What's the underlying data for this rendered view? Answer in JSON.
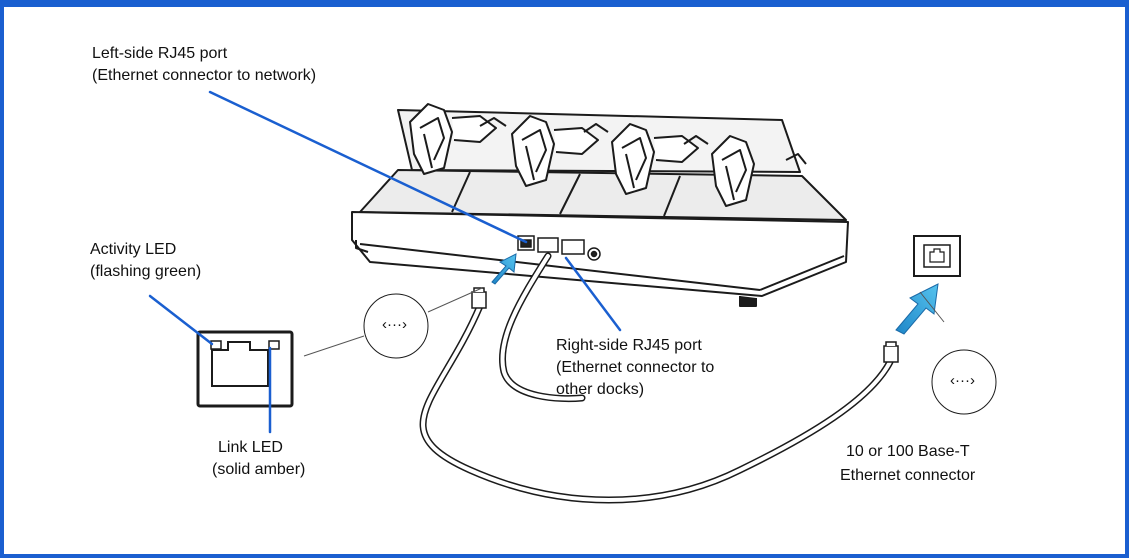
{
  "labels": {
    "left_port_title": "Left-side RJ45 port",
    "left_port_desc": "(Ethernet connector to network)",
    "activity_led_title": "Activity LED",
    "activity_led_desc": "(flashing green)",
    "link_led_title": "Link LED",
    "link_led_desc": "(solid amber)",
    "right_port_title": "Right-side RJ45 port",
    "right_port_desc1": "(Ethernet connector to",
    "right_port_desc2": "other docks)",
    "base_t_title": "10 or 100 Base-T",
    "base_t_desc": "Ethernet connector"
  },
  "icons": {
    "magnify_symbol": "‹···›",
    "wall_jack": "ethernet-wall-jack-icon"
  },
  "colors": {
    "frame": "#1a5fd0",
    "callout": "#1a5fd0",
    "arrow": "#29a3d9"
  }
}
